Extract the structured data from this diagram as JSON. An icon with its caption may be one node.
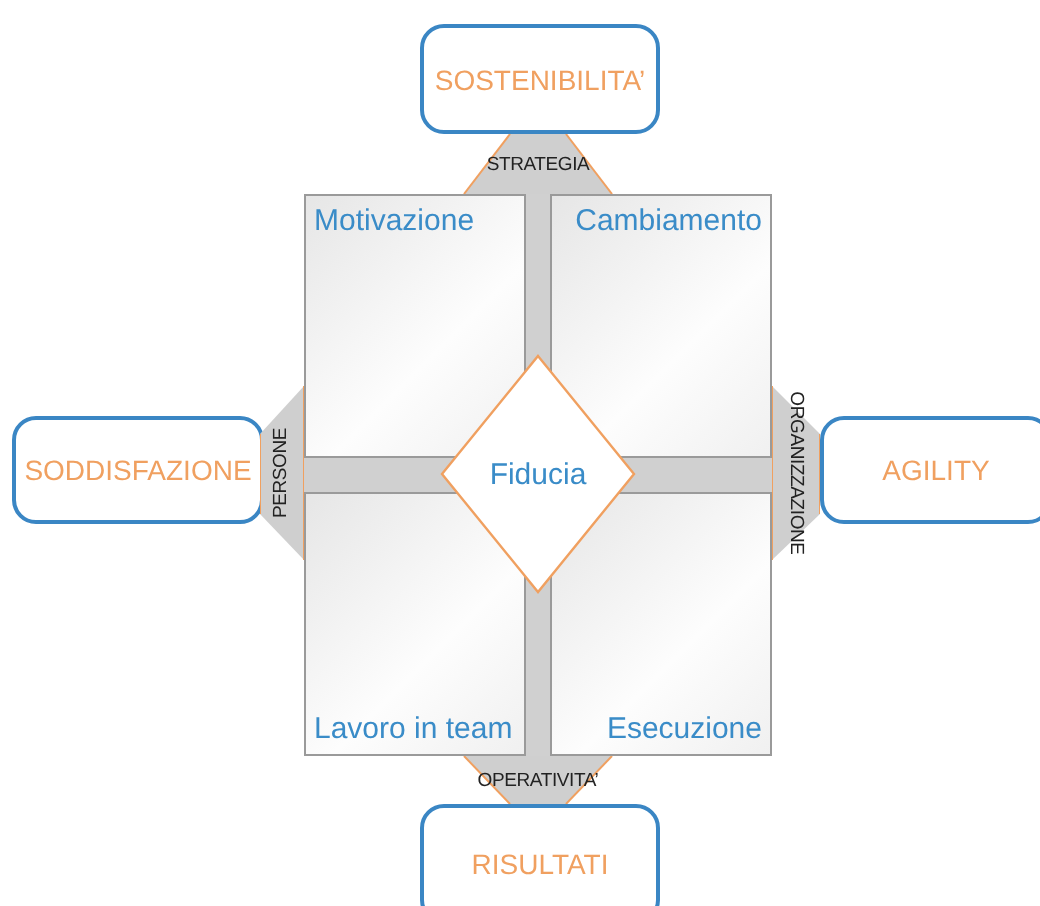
{
  "diagram": {
    "nodes": [
      {
        "text": [
          "SOSTENIBILITA’"
        ]
      },
      {
        "text": [
          "STRATEGIA"
        ]
      },
      {
        "text": [
          "Motivazione"
        ]
      },
      {
        "text": [
          "Cambiamento"
        ]
      },
      {
        "text": [
          "SODDISFAZIONE"
        ]
      },
      {
        "text": [
          "PERSONE"
        ]
      },
      {
        "text": [
          "Fiducia"
        ]
      },
      {
        "text": [
          "ORGANIZZAZIONE"
        ]
      },
      {
        "text": [
          "AGILITY"
        ]
      },
      {
        "text": [
          "Lavoro in team"
        ]
      },
      {
        "text": [
          "Esecuzione"
        ]
      },
      {
        "text": [
          "OPERATIVITA’"
        ]
      },
      {
        "text": [
          "RISULTATI"
        ]
      }
    ]
  }
}
